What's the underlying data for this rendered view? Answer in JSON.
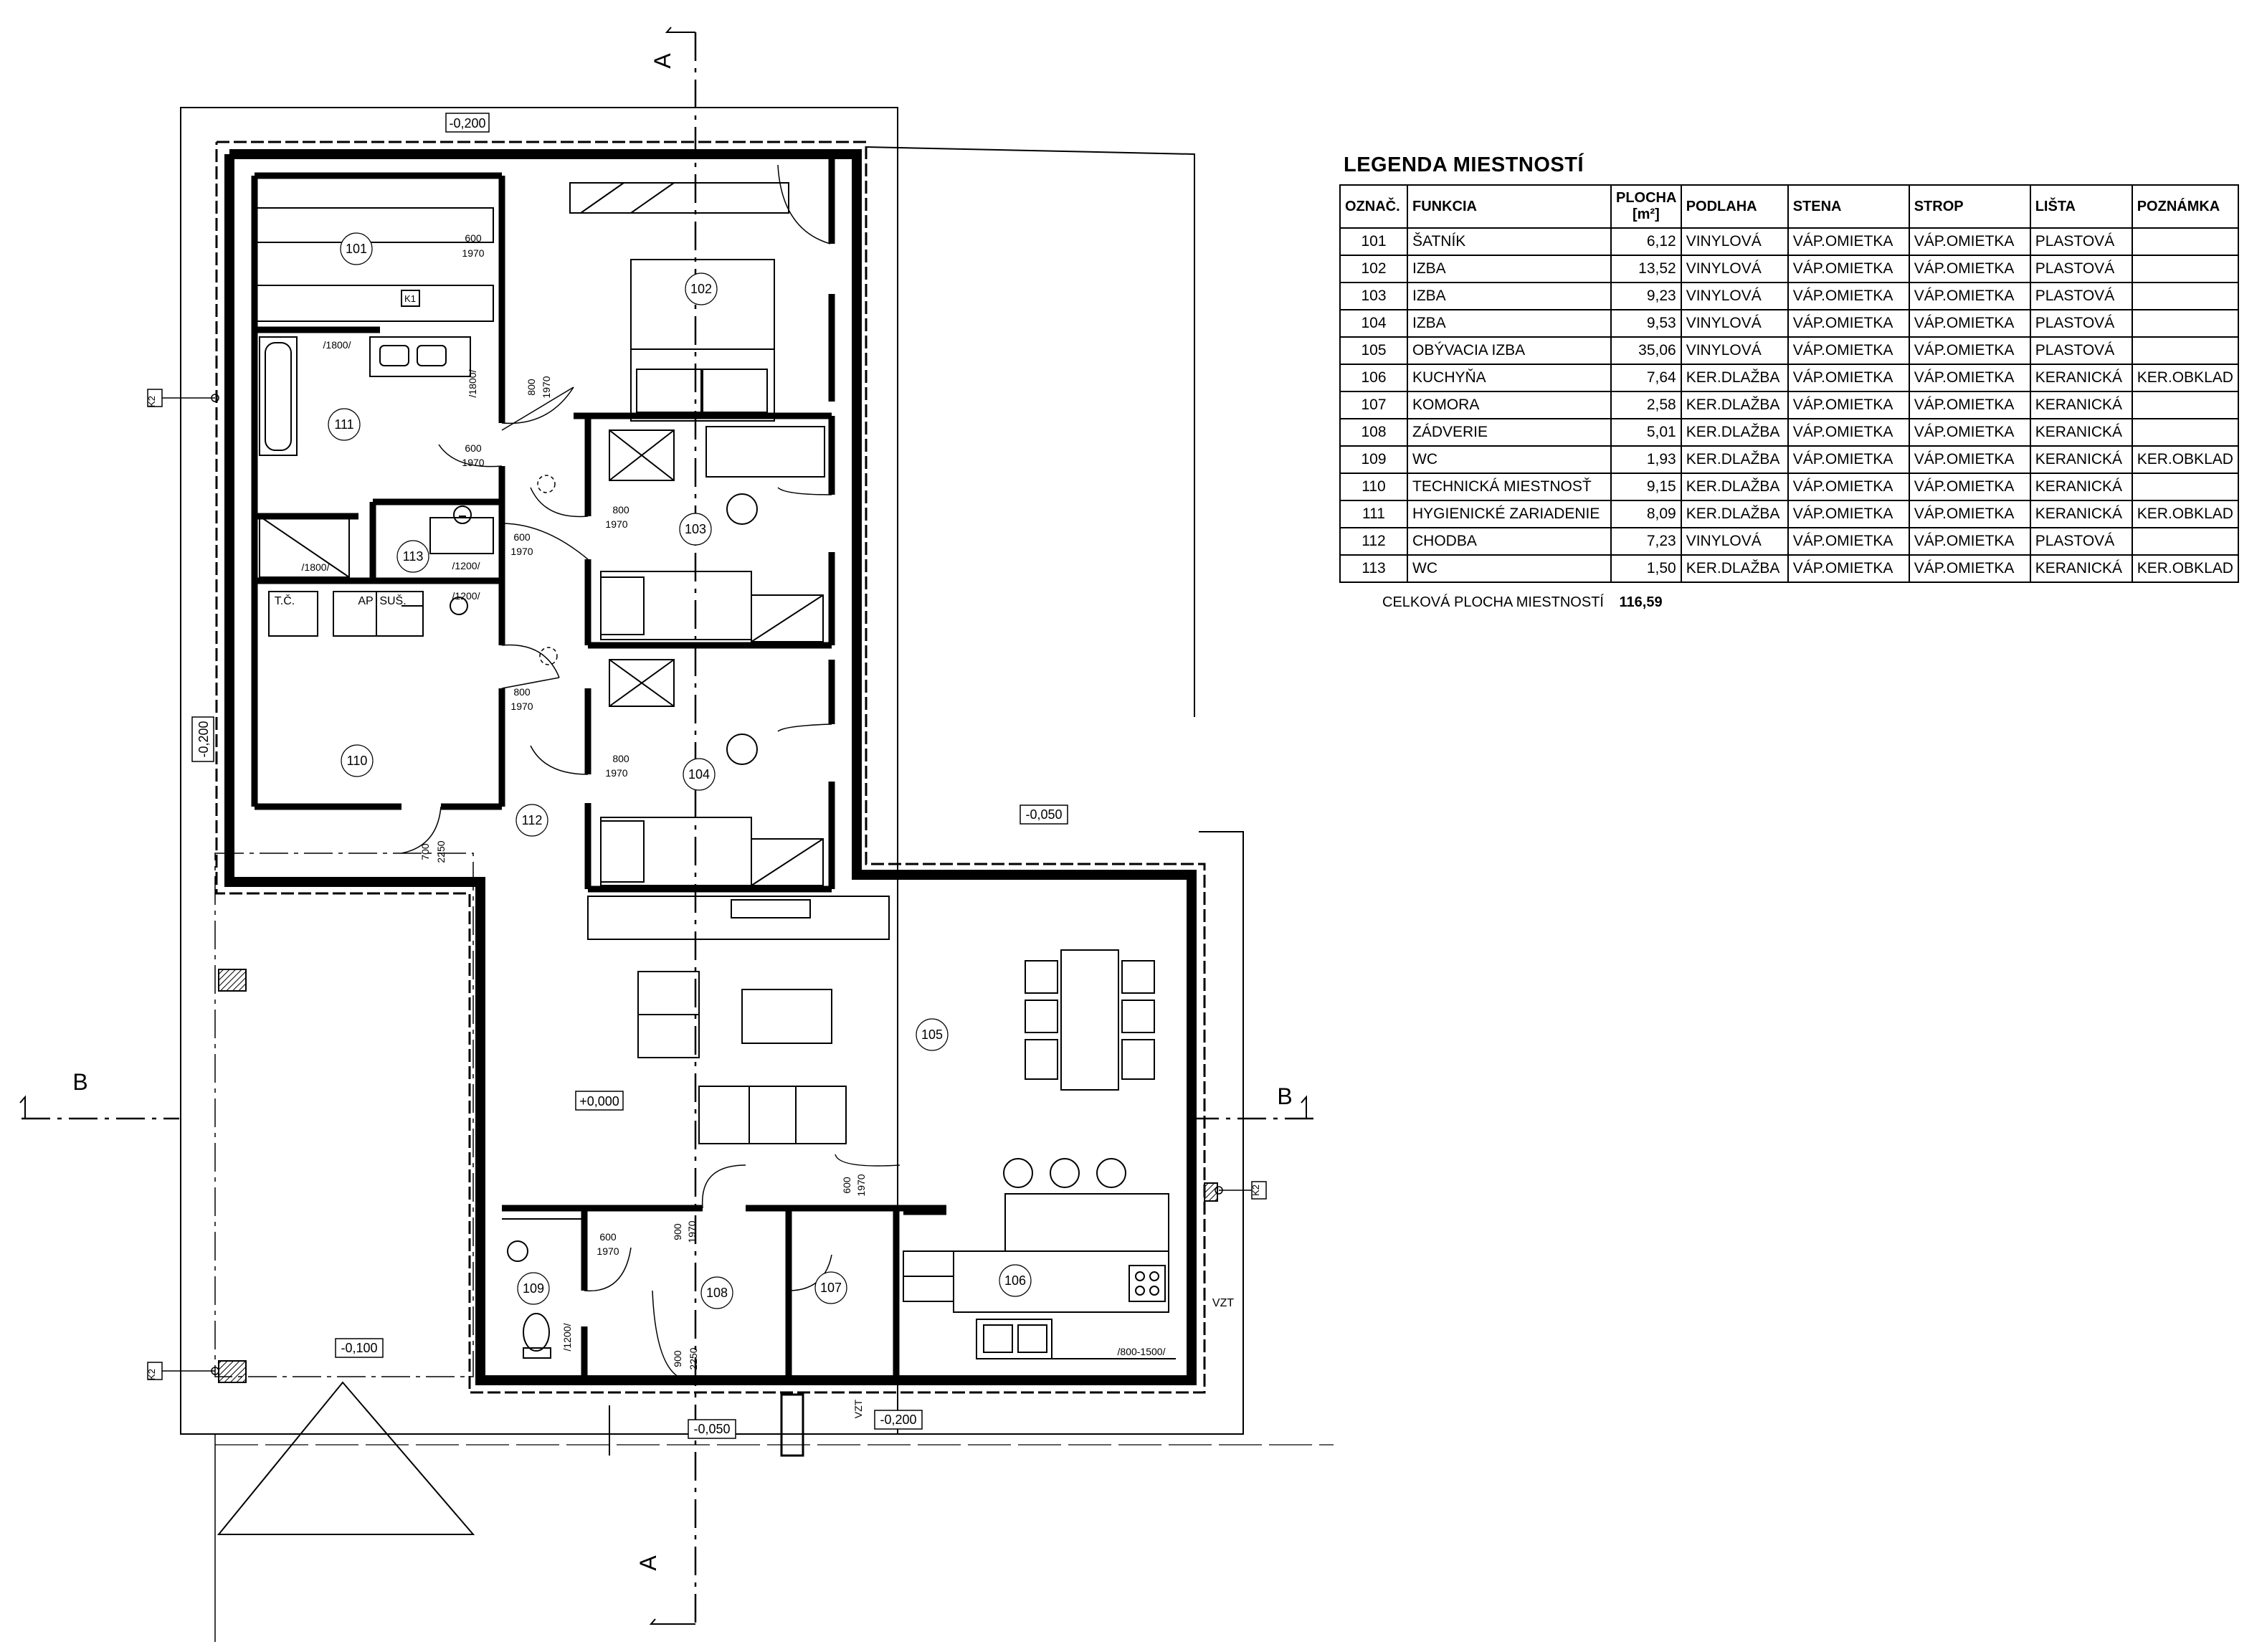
{
  "legend": {
    "title": "LEGENDA MIESTNOSTÍ",
    "columns": [
      "OZNAČ.",
      "FUNKCIA",
      "PLOCHA [m²]",
      "PODLAHA",
      "STENA",
      "STROP",
      "LIŠTA",
      "POZNÁMKA"
    ],
    "rows": [
      {
        "id": "101",
        "funkcia": "ŠATNÍK",
        "plocha": "6,12",
        "podlaha": "VINYLOVÁ",
        "stena": "VÁP.OMIETKA",
        "strop": "VÁP.OMIETKA",
        "lista": "PLASTOVÁ",
        "poznamka": ""
      },
      {
        "id": "102",
        "funkcia": "IZBA",
        "plocha": "13,52",
        "podlaha": "VINYLOVÁ",
        "stena": "VÁP.OMIETKA",
        "strop": "VÁP.OMIETKA",
        "lista": "PLASTOVÁ",
        "poznamka": ""
      },
      {
        "id": "103",
        "funkcia": "IZBA",
        "plocha": "9,23",
        "podlaha": "VINYLOVÁ",
        "stena": "VÁP.OMIETKA",
        "strop": "VÁP.OMIETKA",
        "lista": "PLASTOVÁ",
        "poznamka": ""
      },
      {
        "id": "104",
        "funkcia": "IZBA",
        "plocha": "9,53",
        "podlaha": "VINYLOVÁ",
        "stena": "VÁP.OMIETKA",
        "strop": "VÁP.OMIETKA",
        "lista": "PLASTOVÁ",
        "poznamka": ""
      },
      {
        "id": "105",
        "funkcia": "OBÝVACIA IZBA",
        "plocha": "35,06",
        "podlaha": "VINYLOVÁ",
        "stena": "VÁP.OMIETKA",
        "strop": "VÁP.OMIETKA",
        "lista": "PLASTOVÁ",
        "poznamka": ""
      },
      {
        "id": "106",
        "funkcia": "KUCHYŇA",
        "plocha": "7,64",
        "podlaha": "KER.DLAŽBA",
        "stena": "VÁP.OMIETKA",
        "strop": "VÁP.OMIETKA",
        "lista": "KERANICKÁ",
        "poznamka": "KER.OBKLAD"
      },
      {
        "id": "107",
        "funkcia": "KOMORA",
        "plocha": "2,58",
        "podlaha": "KER.DLAŽBA",
        "stena": "VÁP.OMIETKA",
        "strop": "VÁP.OMIETKA",
        "lista": "KERANICKÁ",
        "poznamka": ""
      },
      {
        "id": "108",
        "funkcia": "ZÁDVERIE",
        "plocha": "5,01",
        "podlaha": "KER.DLAŽBA",
        "stena": "VÁP.OMIETKA",
        "strop": "VÁP.OMIETKA",
        "lista": "KERANICKÁ",
        "poznamka": ""
      },
      {
        "id": "109",
        "funkcia": "WC",
        "plocha": "1,93",
        "podlaha": "KER.DLAŽBA",
        "stena": "VÁP.OMIETKA",
        "strop": "VÁP.OMIETKA",
        "lista": "KERANICKÁ",
        "poznamka": "KER.OBKLAD"
      },
      {
        "id": "110",
        "funkcia": "TECHNICKÁ MIESTNOSŤ",
        "plocha": "9,15",
        "podlaha": "KER.DLAŽBA",
        "stena": "VÁP.OMIETKA",
        "strop": "VÁP.OMIETKA",
        "lista": "KERANICKÁ",
        "poznamka": ""
      },
      {
        "id": "111",
        "funkcia": "HYGIENICKÉ ZARIADENIE",
        "plocha": "8,09",
        "podlaha": "KER.DLAŽBA",
        "stena": "VÁP.OMIETKA",
        "strop": "VÁP.OMIETKA",
        "lista": "KERANICKÁ",
        "poznamka": "KER.OBKLAD"
      },
      {
        "id": "112",
        "funkcia": "CHODBA",
        "plocha": "7,23",
        "podlaha": "VINYLOVÁ",
        "stena": "VÁP.OMIETKA",
        "strop": "VÁP.OMIETKA",
        "lista": "PLASTOVÁ",
        "poznamka": ""
      },
      {
        "id": "113",
        "funkcia": "WC",
        "plocha": "1,50",
        "podlaha": "KER.DLAŽBA",
        "stena": "VÁP.OMIETKA",
        "strop": "VÁP.OMIETKA",
        "lista": "KERANICKÁ",
        "poznamka": "KER.OBKLAD"
      }
    ],
    "total_label": "CELKOVÁ PLOCHA MIESTNOSTÍ",
    "total_value": "116,59"
  },
  "plan": {
    "rooms": [
      "101",
      "102",
      "103",
      "104",
      "105",
      "106",
      "107",
      "108",
      "109",
      "110",
      "111",
      "112",
      "113"
    ],
    "levels": {
      "terrace_top": "-0,200",
      "terrace_left": "-0,200",
      "terrace_bottom_left": "-0,100",
      "terrace_right": "-0,050",
      "entrance": "-0,050",
      "bottom_right": "-0,200",
      "floor": "+0,000"
    },
    "section_marks": {
      "a": "A",
      "b": "B"
    },
    "door_labels": {
      "w600": "600",
      "w700": "700",
      "w800": "800",
      "w900": "900",
      "h1970": "1970",
      "h2250": "2250"
    },
    "equipment": {
      "k1": "K1",
      "k2": "K2",
      "tc": "T.Č.",
      "ap": "AP",
      "sus": "SUŠ.",
      "vzt": "VZT"
    },
    "fixture_labels": {
      "f1800": "/1800/",
      "f1200": "/1200/",
      "f800_1500": "/800-1500/"
    }
  }
}
